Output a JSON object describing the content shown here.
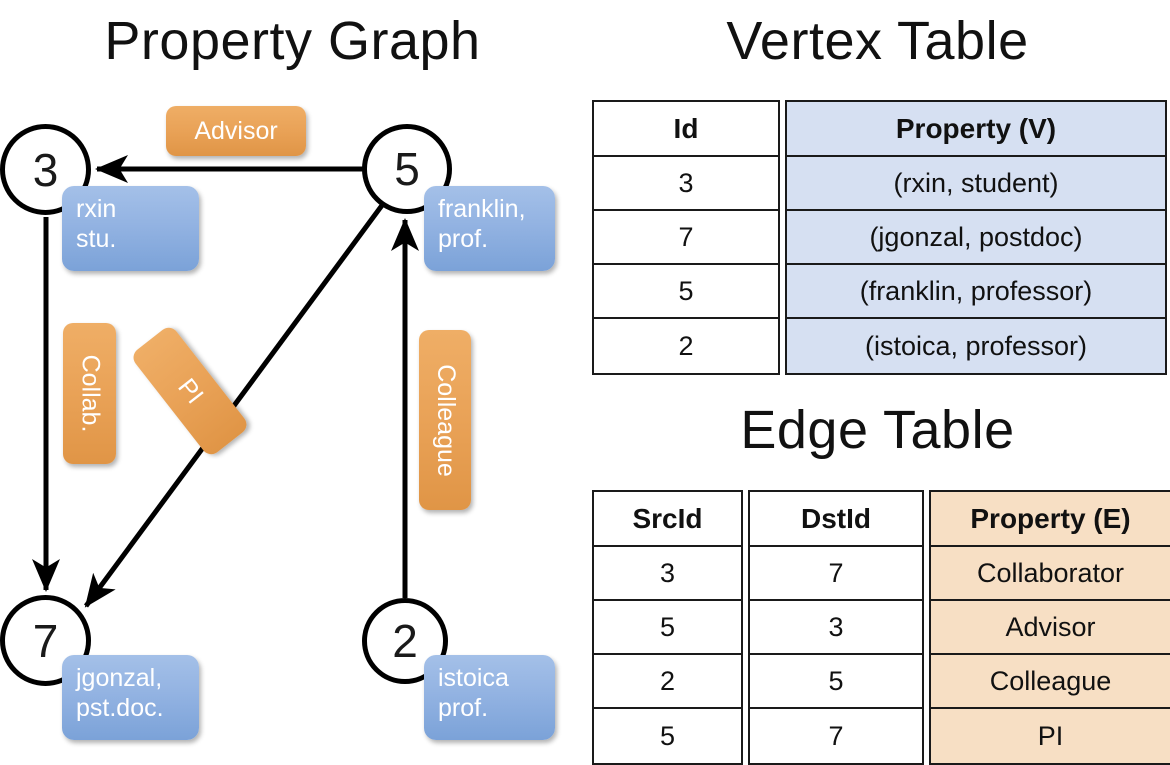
{
  "titles": {
    "property_graph": "Property Graph",
    "vertex_table": "Vertex Table",
    "edge_table": "Edge Table"
  },
  "graph": {
    "nodes": [
      {
        "id": "3",
        "property_line1": "rxin",
        "property_line2": "stu."
      },
      {
        "id": "5",
        "property_line1": "franklin,",
        "property_line2": "prof."
      },
      {
        "id": "7",
        "property_line1": "jgonzal,",
        "property_line2": "pst.doc."
      },
      {
        "id": "2",
        "property_line1": "istoica",
        "property_line2": "prof."
      }
    ],
    "edge_labels": [
      {
        "name": "advisor",
        "text": "Advisor",
        "orientation": "horizontal"
      },
      {
        "name": "collab",
        "text": "Collab.",
        "orientation": "vertical-cw"
      },
      {
        "name": "pi",
        "text": "PI",
        "orientation": "vertical-cw-rotated"
      },
      {
        "name": "colleague",
        "text": "Colleague",
        "orientation": "vertical-cw"
      }
    ],
    "edges": [
      {
        "from": "5",
        "to": "3",
        "label": "Advisor"
      },
      {
        "from": "3",
        "to": "7",
        "label": "Collab."
      },
      {
        "from": "5",
        "to": "7",
        "label": "PI"
      },
      {
        "from": "2",
        "to": "5",
        "label": "Colleague"
      }
    ]
  },
  "vertex_table": {
    "headers": [
      "Id",
      "Property (V)"
    ],
    "rows": [
      {
        "id": "3",
        "property": "(rxin, student)"
      },
      {
        "id": "7",
        "property": "(jgonzal, postdoc)"
      },
      {
        "id": "5",
        "property": "(franklin, professor)"
      },
      {
        "id": "2",
        "property": "(istoica, professor)"
      }
    ]
  },
  "edge_table": {
    "headers": [
      "SrcId",
      "DstId",
      "Property (E)"
    ],
    "rows": [
      {
        "src": "3",
        "dst": "7",
        "property": "Collaborator"
      },
      {
        "src": "5",
        "dst": "3",
        "property": "Advisor"
      },
      {
        "src": "2",
        "dst": "5",
        "property": "Colleague"
      },
      {
        "src": "5",
        "dst": "7",
        "property": "PI"
      }
    ]
  },
  "colors": {
    "vertex_property_fill": "#d6e0f2",
    "edge_property_fill": "#f7dfc4",
    "node_property_box": "#93b3e2",
    "edge_label_box": "#e9a257",
    "stroke": "#1a1a1a"
  }
}
